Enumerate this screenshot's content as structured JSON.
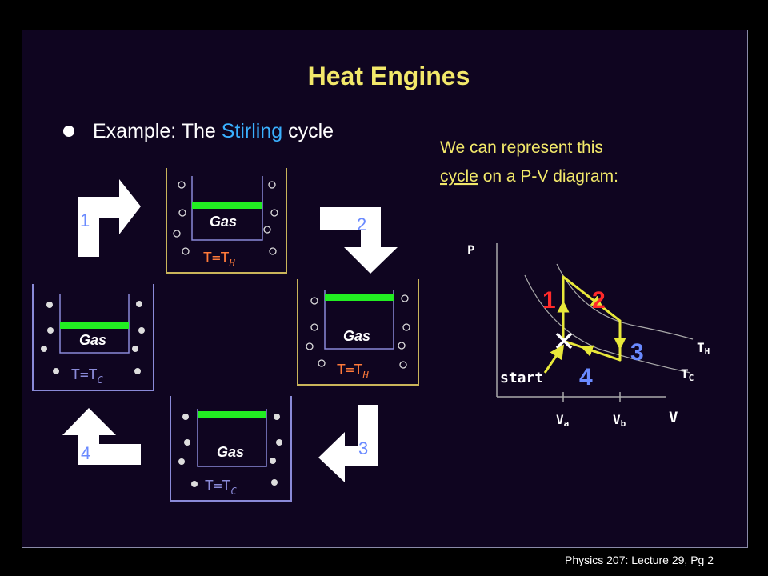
{
  "title": "Heat Engines",
  "bullet": {
    "prefix": "Example:  The ",
    "highlight": "Stirling",
    "suffix": " cycle"
  },
  "note": {
    "line1": "We can represent this",
    "line2_underlined": "cycle",
    "line2_rest": " on a P-V diagram:"
  },
  "states": {
    "s1": {
      "gas": "Gas",
      "temp": "T=T",
      "sub": "H"
    },
    "s2": {
      "gas": "Gas",
      "temp": "T=T",
      "sub": "H"
    },
    "s3": {
      "gas": "Gas",
      "temp": "T=T",
      "sub": "C"
    },
    "s4": {
      "gas": "Gas",
      "temp": "T=T",
      "sub": "C"
    }
  },
  "arrows": {
    "a1": "1",
    "a2": "2",
    "a3": "3",
    "a4": "4"
  },
  "pv": {
    "p_axis": "P",
    "v_axis": "V",
    "va": "V",
    "va_sub": "a",
    "vb": "V",
    "vb_sub": "b",
    "th": "T",
    "th_sub": "H",
    "tc": "T",
    "tc_sub": "C",
    "start": "start",
    "n1": "1",
    "n2": "2",
    "n3": "3",
    "n4": "4"
  },
  "footer": "Physics 207:  Lecture 29, Pg 2",
  "colors": {
    "background": "#0f0520",
    "title": "#f2e86a",
    "highlight": "#3ab0ff",
    "note": "#f2e86a",
    "hot_outline": "#c9b45a",
    "cold_outline": "#8a8ad8",
    "piston": "#22ee22",
    "cycle": "#e8e83a",
    "label_red": "#ff2a2a",
    "label_blue": "#6a8aff"
  }
}
